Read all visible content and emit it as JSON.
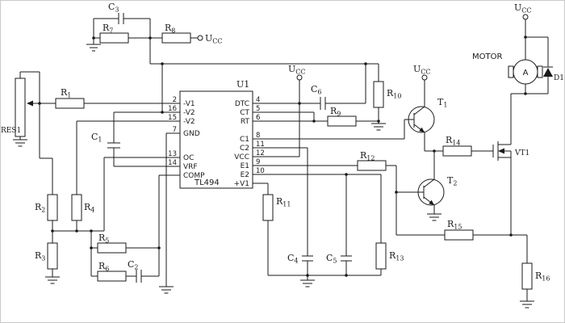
{
  "colors": {
    "ink": "#1a1a1a",
    "background": "#ffffff"
  },
  "ic": {
    "designator": "U1",
    "part": "TL494",
    "pins_left": [
      {
        "num": "2",
        "name": "-V1"
      },
      {
        "num": "16",
        "name": "-V2"
      },
      {
        "num": "15",
        "name": "-V2"
      },
      {
        "num": "7",
        "name": "GND"
      },
      {
        "num": "13",
        "name": "OC"
      },
      {
        "num": "14",
        "name": "VRF"
      },
      {
        "num": "",
        "name": "COMP"
      }
    ],
    "pins_right": [
      {
        "num": "4",
        "name": "DTC"
      },
      {
        "num": "5",
        "name": "CT"
      },
      {
        "num": "6",
        "name": "RT"
      },
      {
        "num": "8",
        "name": "C1"
      },
      {
        "num": "11",
        "name": "C2"
      },
      {
        "num": "12",
        "name": "VCC"
      },
      {
        "num": "9",
        "name": "E1"
      },
      {
        "num": "10",
        "name": "E2"
      },
      {
        "num": "",
        "name": "+V1"
      }
    ]
  },
  "labels": {
    "R1": {
      "main": "R",
      "sub": "1"
    },
    "R2": {
      "main": "R",
      "sub": "2"
    },
    "R3": {
      "main": "R",
      "sub": "3"
    },
    "R4": {
      "main": "R",
      "sub": "4"
    },
    "R5": {
      "main": "R",
      "sub": "5"
    },
    "R6": {
      "main": "R",
      "sub": "6"
    },
    "R7": {
      "main": "R",
      "sub": "7"
    },
    "R8": {
      "main": "R",
      "sub": "8"
    },
    "R9": {
      "main": "R",
      "sub": "9"
    },
    "R10": {
      "main": "R",
      "sub": "10"
    },
    "R11": {
      "main": "R",
      "sub": "11"
    },
    "R12": {
      "main": "R",
      "sub": "12"
    },
    "R13": {
      "main": "R",
      "sub": "13"
    },
    "R14": {
      "main": "R",
      "sub": "14"
    },
    "R15": {
      "main": "R",
      "sub": "15"
    },
    "R16": {
      "main": "R",
      "sub": "16"
    },
    "C1": {
      "main": "C",
      "sub": "1"
    },
    "C2": {
      "main": "C",
      "sub": "2"
    },
    "C3": {
      "main": "C",
      "sub": "3"
    },
    "C4": {
      "main": "C",
      "sub": "4"
    },
    "C5": {
      "main": "C",
      "sub": "5"
    },
    "C6": {
      "main": "C",
      "sub": "6"
    },
    "T1": {
      "main": "T",
      "sub": "1"
    },
    "T2": {
      "main": "T",
      "sub": "2"
    },
    "UCC": {
      "main": "U",
      "sub": "CC"
    },
    "RES1": "RES1",
    "VT1": "VT1",
    "D1": "D1",
    "MOTOR": "MOTOR",
    "AMMETER": "A"
  }
}
